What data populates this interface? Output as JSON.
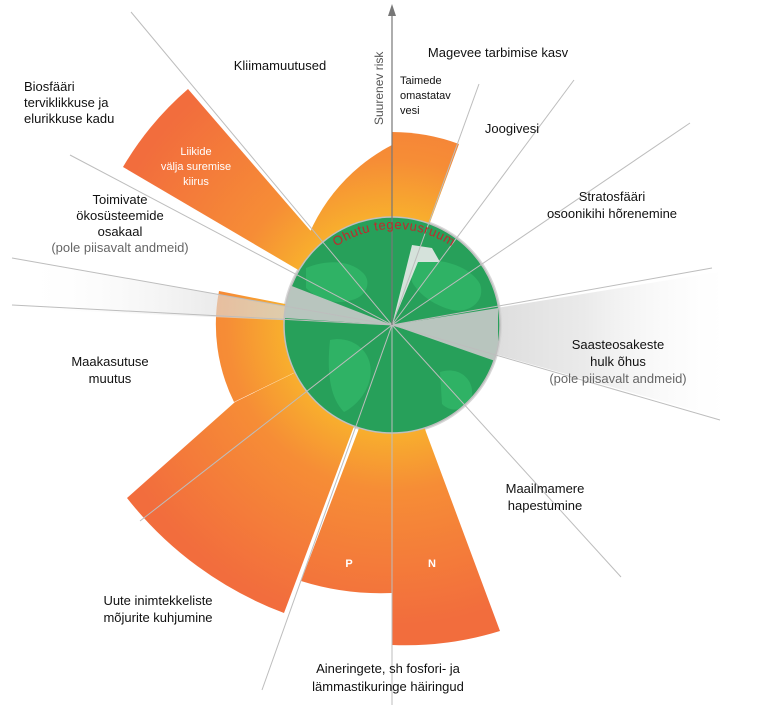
{
  "axis_label": "Suurenev risk",
  "safe_zone_label": "Ohutu tegevusruum",
  "colors": {
    "safe_green": "#27a05a",
    "orange_inner": "#f8b42c",
    "orange_outer": "#f26d3d",
    "grey_band": "#cccccc",
    "accent_red": "#c0282d"
  },
  "boundaries": [
    {
      "key": "climate",
      "label_lines": [
        "Kliimamuutused"
      ]
    },
    {
      "key": "freshwater",
      "label_lines": [
        "Magevee tarbimise kasv"
      ]
    },
    {
      "key": "green_water",
      "label_lines": [
        "Taimede",
        "omastatav",
        "vesi"
      ]
    },
    {
      "key": "blue_water",
      "label_lines": [
        "Joogivesi"
      ]
    },
    {
      "key": "ozone",
      "label_lines": [
        "Stratosfääri",
        "osoonikihi hõrenemine"
      ]
    },
    {
      "key": "aerosols",
      "label_lines": [
        "Saasteosakeste",
        "hulk õhus"
      ],
      "note": "(pole piisavalt andmeid)"
    },
    {
      "key": "ocean",
      "label_lines": [
        "Maailmamere",
        "hapestumine"
      ]
    },
    {
      "key": "nutrients",
      "label_lines": [
        "Aineringete, sh fosfori- ja",
        "lämmastikuringe häiringud"
      ]
    },
    {
      "key": "p_flow",
      "label_lines": [
        "P"
      ]
    },
    {
      "key": "n_flow",
      "label_lines": [
        "N"
      ]
    },
    {
      "key": "novel",
      "label_lines": [
        "Uute inimtekkeliste",
        "mõjurite kuhjumine"
      ]
    },
    {
      "key": "land",
      "label_lines": [
        "Maakasutuse",
        "muutus"
      ]
    },
    {
      "key": "biosphere",
      "label_lines": [
        "Biosfääri",
        "terviklikkuse ja",
        "elurikkuse kadu"
      ]
    },
    {
      "key": "extinction",
      "label_lines": [
        "Liikide",
        "välja suremise",
        "kiirus"
      ]
    },
    {
      "key": "functional",
      "label_lines": [
        "Toimivate",
        "ökosüsteemide",
        "osakaal"
      ],
      "note": "(pole piisavalt andmeid)"
    }
  ]
}
